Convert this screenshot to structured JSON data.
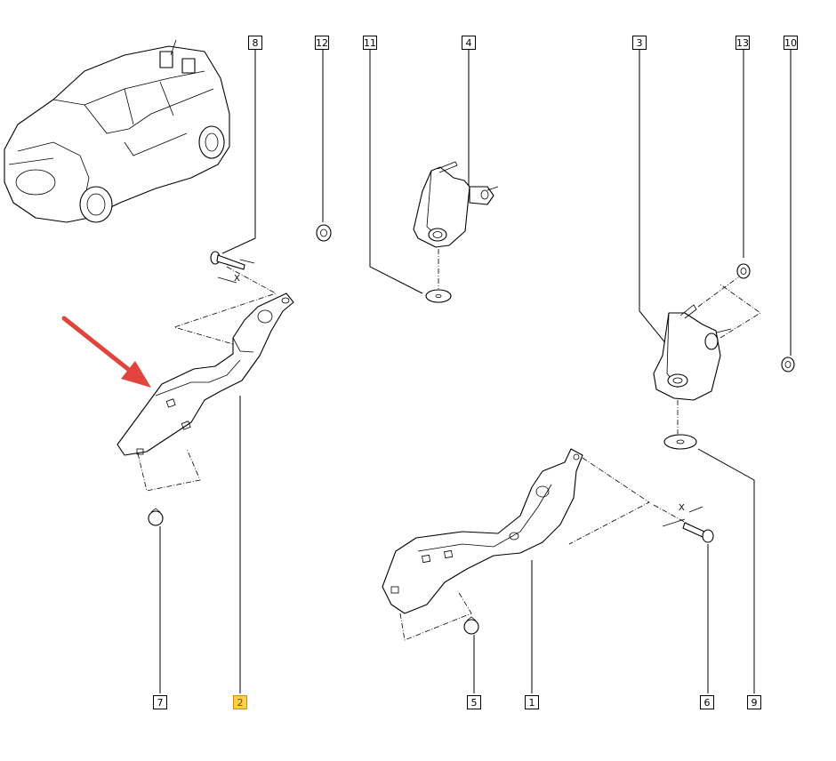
{
  "callouts": {
    "c8": "8",
    "c12": "12",
    "c11": "11",
    "c4": "4",
    "c3": "3",
    "c13": "13",
    "c10": "10",
    "c7": "7",
    "c2": "2",
    "c5": "5",
    "c1": "1",
    "c6": "6",
    "c9": "9"
  },
  "dimension_marks": {
    "left": "X",
    "right": "X"
  },
  "colors": {
    "highlight": "#ffd24d",
    "arrow": "#e0443c"
  },
  "highlighted_part": "2"
}
